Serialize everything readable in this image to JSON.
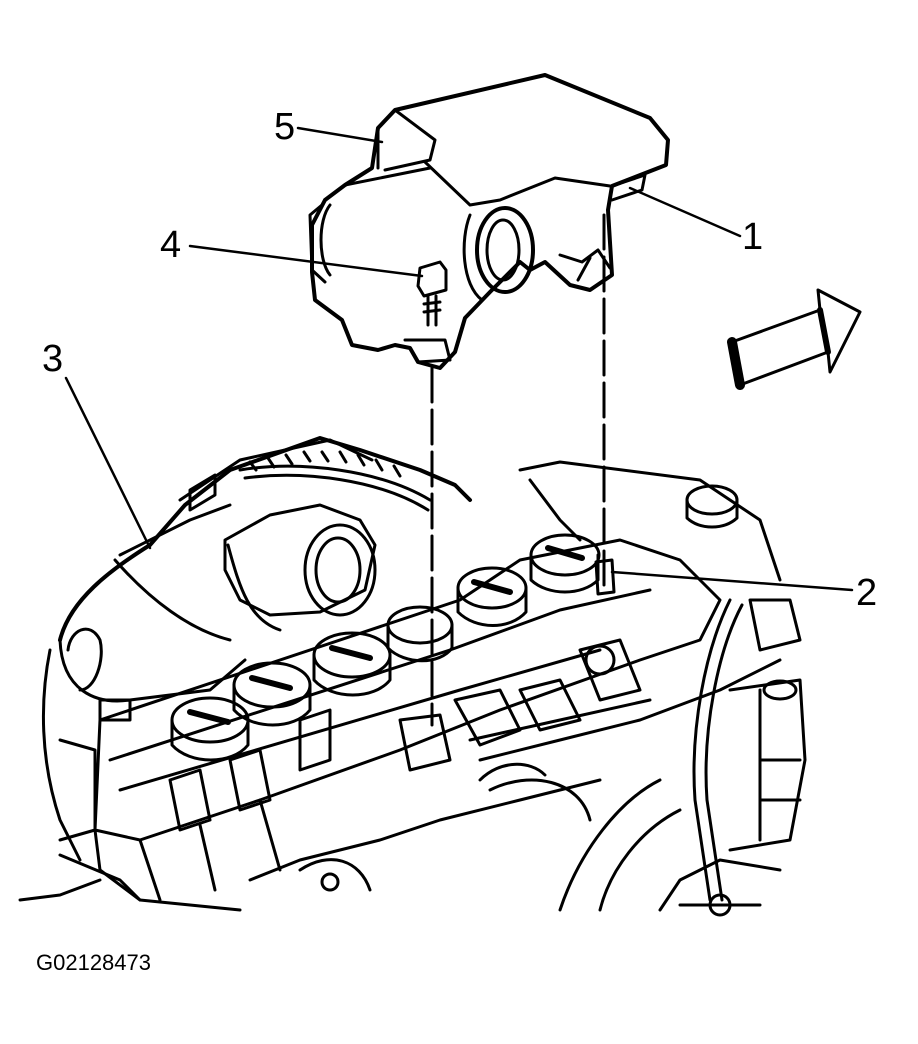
{
  "figure_id": "G02128473",
  "callouts": [
    {
      "label": "1",
      "part": "air-intake-duct-rear-fitting"
    },
    {
      "label": "2",
      "part": "mounting-stud"
    },
    {
      "label": "3",
      "part": "engine-cover"
    },
    {
      "label": "4",
      "part": "bolt"
    },
    {
      "label": "5",
      "part": "air-intake-duct"
    }
  ],
  "colors": {
    "ink": "#000000",
    "paper": "#ffffff"
  },
  "icons": {
    "direction": "front-of-vehicle-arrow-icon"
  }
}
